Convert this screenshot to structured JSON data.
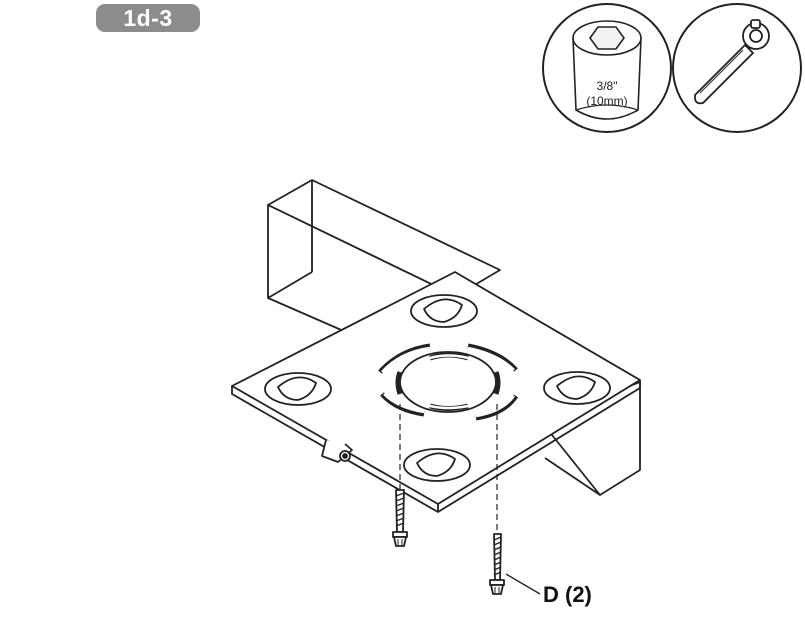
{
  "step": {
    "label": "1d-3"
  },
  "tools": {
    "socket": {
      "size_inch": "3/8\"",
      "size_mm": "(10mm)",
      "icon": "hex-socket-icon"
    },
    "wrench": {
      "icon": "ratchet-wrench-icon"
    }
  },
  "callouts": [
    {
      "label": "D (2)"
    }
  ],
  "colors": {
    "badge": "#8c8c8c",
    "line": "#222222"
  }
}
